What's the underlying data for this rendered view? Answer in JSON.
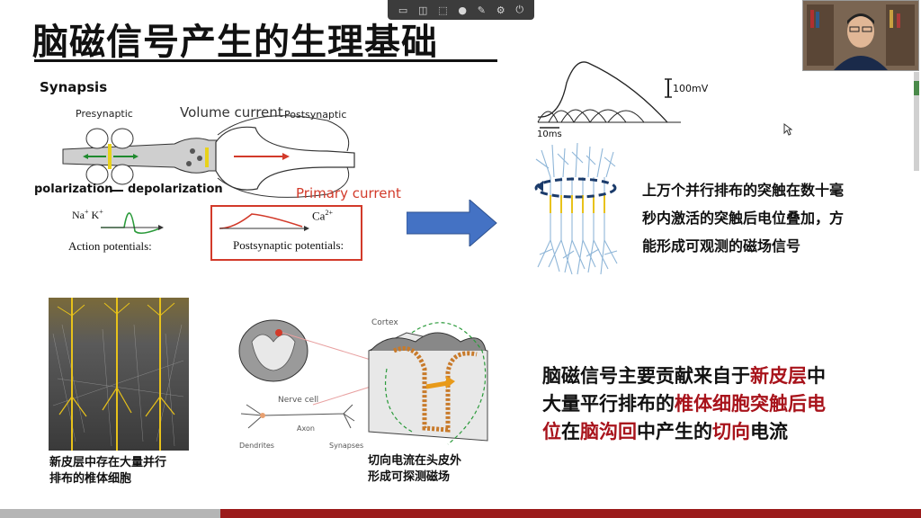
{
  "slide": {
    "title": "脑磁信号产生的生理基础",
    "toolbar_icons": [
      "screen-icon",
      "camera-icon",
      "screenshot-icon",
      "mic-icon",
      "pen-icon",
      "settings-icon",
      "power-icon"
    ],
    "synapsis": {
      "heading": "Synapsis",
      "presynaptic": "Presynaptic",
      "postsynaptic": "Postsynaptic",
      "volume_current": "Volume current",
      "primary_current": "Primary current",
      "polarization": "polarization",
      "depolarization": "depolarization",
      "ions_na": "Na",
      "ions_k": "K",
      "ions_plus": "+",
      "action_potentials": "Action potentials:",
      "ca": "Ca",
      "ca_sup": "2+",
      "postsynaptic_potentials": "Postsynaptic potentials:"
    },
    "waveform": {
      "scale_label": "100mV",
      "time_label": "10ms"
    },
    "text_top": [
      "上万个并行排布的突触在数十毫",
      "秒内激活的突触后电位叠加，方",
      "能形成可观测的磁场信号"
    ],
    "text_bottom": {
      "line1_a": "脑磁信号主要贡献来自于",
      "line1_b": "新皮层",
      "line1_c": "中",
      "line2_a": "大量平行排布的",
      "line2_b": "椎体细胞突触后电",
      "line3_a": "位",
      "line3_b": "在",
      "line3_c": "脑沟回",
      "line3_d": "中产生的",
      "line3_e": "切向",
      "line3_f": "电流"
    },
    "caption_left": [
      "新皮层中存在大量并行",
      "排布的椎体细胞"
    ],
    "caption_mid": [
      "切向电流在头皮外",
      "形成可探测磁场"
    ],
    "cortex_diagram": {
      "cortex": "Cortex",
      "nerve_cell": "Nerve cell",
      "axon": "Axon",
      "dendrites": "Dendrites",
      "synapses": "Synapses"
    },
    "colors": {
      "accent_red": "#a8131b",
      "arrow_blue": "#4472c4",
      "neuron_yellow": "#e8c21a"
    }
  }
}
